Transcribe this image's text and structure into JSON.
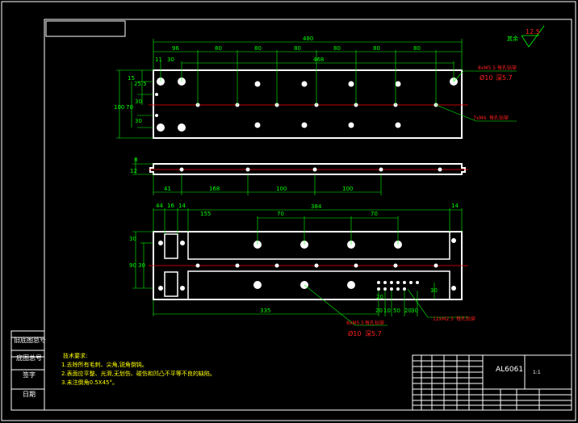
{
  "colors": {
    "background": "#000000",
    "outline": "#ffffff",
    "dimension": "#00ff00",
    "centerline": "#ff0000",
    "note": "#ffff00"
  },
  "top_view": {
    "dims": [
      "480",
      "96",
      "80",
      "80",
      "80",
      "80",
      "80",
      "80",
      "468",
      "11",
      "30",
      "15",
      "25.5",
      "100",
      "70",
      "30",
      "30"
    ],
    "label1": {
      "count": "8xM5.5",
      "tail": "每孔钻穿",
      "dia": "Ø10",
      "depth": "深5.7"
    },
    "label2": {
      "count": "7xM4",
      "tail": "每孔钻穿"
    }
  },
  "mid_view": {
    "dims": [
      "41",
      "168",
      "100",
      "100",
      "8",
      "12"
    ]
  },
  "bottom_view": {
    "dims": [
      "44",
      "16",
      "14",
      "155",
      "70",
      "384",
      "70",
      "14",
      "30",
      "90",
      "30",
      "335",
      "20",
      "30",
      "20",
      "10",
      "50",
      "20",
      "30"
    ],
    "label1": {
      "count": "8xM5.5",
      "tail": "每孔钻穿",
      "dia": "Ø10",
      "depth": "深5.7"
    },
    "label2": {
      "count": "12xM2.5",
      "tail": "每孔钻穿"
    }
  },
  "roughness": {
    "prefix": "其余",
    "value": "12.5"
  },
  "tech": {
    "title": "技术要求:",
    "lines": [
      "1.去除所有毛刺、尖角,锐角倒钝。",
      "2.表面应平整、光滑,无划伤、碰伤和凹凸不平等不良的缺陷。",
      "3.未注倒角0.5X45°。"
    ]
  },
  "side_table": [
    "旧底图总号",
    "底图总号",
    "签字",
    "日期"
  ],
  "title_block": {
    "material": "AL6061",
    "scale": "1:1"
  }
}
